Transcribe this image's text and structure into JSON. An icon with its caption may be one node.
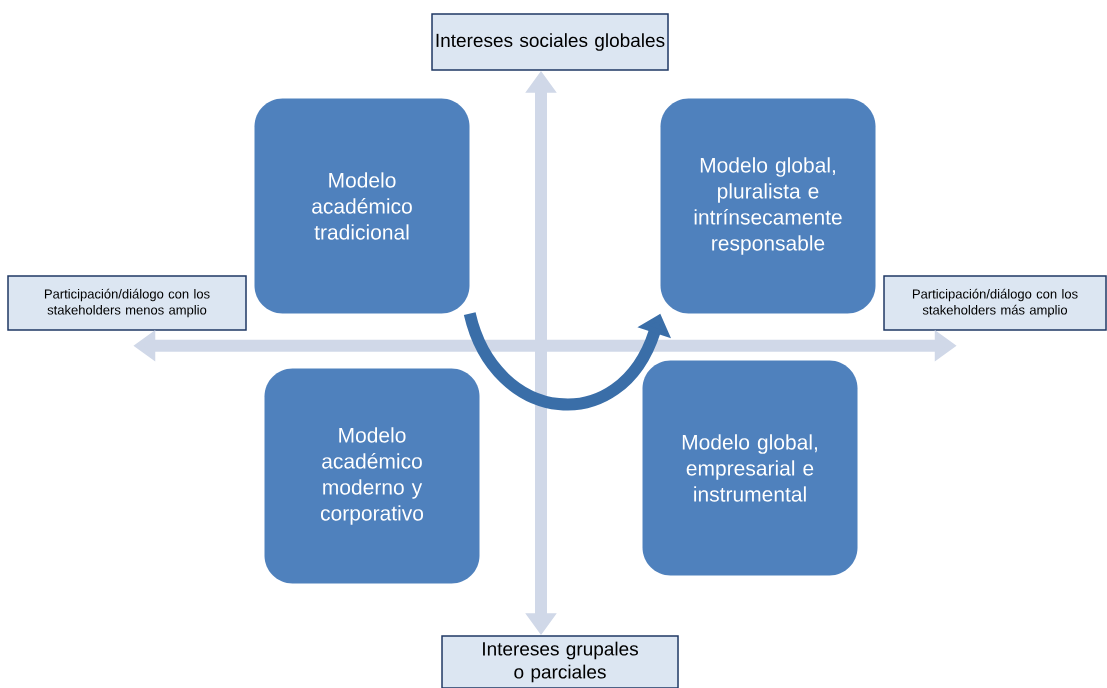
{
  "diagram": {
    "nodes": [
      {
        "text": [
          "Intereses sociales globales"
        ]
      },
      {
        "text": [
          "Modelo académico tradicional"
        ]
      },
      {
        "text": [
          "Modelo global, pluralista e intrínsecamente responsable"
        ]
      },
      {
        "text": [
          "Participación/diálogo con los stakeholders menos amplio"
        ]
      },
      {
        "text": [
          "Participación/diálogo con los stakeholders más amplio"
        ]
      },
      {
        "text": [
          "Modelo académico moderno y corporativo"
        ]
      },
      {
        "text": [
          "Modelo global, empresarial e instrumental"
        ]
      },
      {
        "text": [
          "Intereses grupales o parciales"
        ]
      }
    ],
    "edges": [
      {
        "from": 0,
        "to": 7,
        "arrow": "both",
        "color": "#d0d8e8"
      },
      {
        "from": 3,
        "to": 4,
        "arrow": "both",
        "color": "#d0d8e8"
      },
      {
        "from": 1,
        "to": 2,
        "arrow": "to",
        "color": "#3a6ea8"
      }
    ]
  }
}
